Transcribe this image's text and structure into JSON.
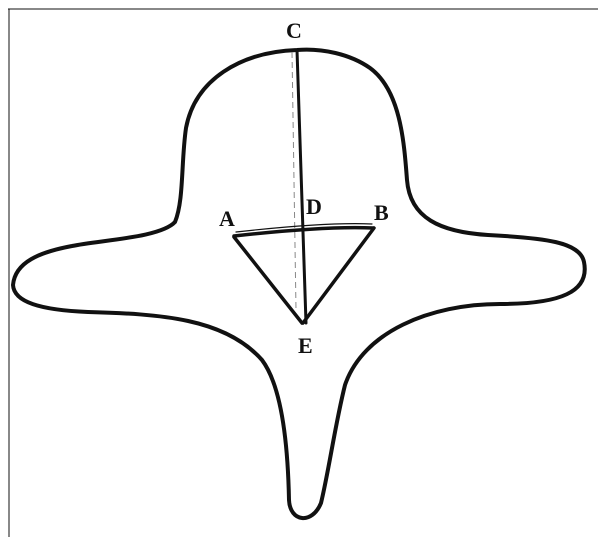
{
  "figure": {
    "labels": {
      "A": "A",
      "B": "B",
      "C": "C",
      "D": "D",
      "E": "E"
    },
    "colors": {
      "background": "#ffffff",
      "stroke": "#111111",
      "border": "#111111"
    }
  }
}
